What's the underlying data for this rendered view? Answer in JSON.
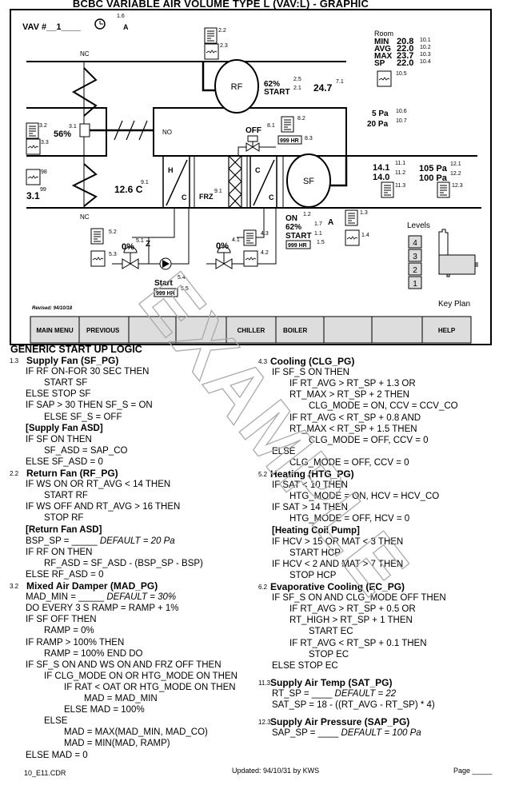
{
  "title": "BCBC VARIABLE AIR VOLUME TYPE L (VAV:L)  -  GRAPHIC",
  "graphic": {
    "vav_label": "VAV #__1____",
    "schedule_ref": "1.6",
    "schedule_mode": "A",
    "return_damper_state": "NC",
    "outdoor_damper_state": "NC",
    "mixed_damper_state": "NO",
    "heating_state_label": "NC",
    "refs_rf_doc": "2.2",
    "refs_rf_trend": "2.3",
    "rf": {
      "label": "RF",
      "speed": "62%",
      "speed_ref": "2.5",
      "status": "START",
      "status_ref": "2.1",
      "return_temp": "24.7",
      "return_temp_ref": "7.1"
    },
    "room": {
      "title": "Room",
      "rows": [
        {
          "label": "MIN",
          "value": "20.8",
          "ref": "10.1"
        },
        {
          "label": "AVG",
          "value": "22.0",
          "ref": "10.2"
        },
        {
          "label": "MAX",
          "value": "23.7",
          "ref": "10.3"
        },
        {
          "label": "SP",
          "value": "22.0",
          "ref": "10.4"
        }
      ],
      "trend_ref": "10.5",
      "pressure1": "5 Pa",
      "pressure1_ref": "10.6",
      "pressure2": "20 Pa",
      "pressure2_ref": "10.7"
    },
    "mad": {
      "value": "56%",
      "ref": "3.1",
      "doc_ref": "3.2",
      "trend_ref": "3.3"
    },
    "ec": {
      "status": "OFF",
      "status_ref": "8.1",
      "doc_ref": "8.2",
      "hours": "999 HR",
      "hours_ref": "8.3"
    },
    "oat": {
      "trend_ref": "98",
      "value": "3.1",
      "value_ref": "99"
    },
    "mat": {
      "value": "12.6 C",
      "ref": "9.1"
    },
    "coil_h": "H",
    "coil_c": "C",
    "clg_coil_c1": "C",
    "clg_coil_c2": "C",
    "frz": {
      "label": "FRZ",
      "ref": "9.1"
    },
    "sf": {
      "label": "SF",
      "status": "ON",
      "status_ref": "1.2",
      "speed": "62%",
      "speed_ref": "1.7",
      "cmd": "START",
      "cmd_ref": "1.1",
      "hours": "999 HR",
      "hours_ref": "1.5",
      "mode": "A",
      "doc_ref": "1.3",
      "trend_ref": "1.4"
    },
    "sat": {
      "value1": "14.1",
      "ref1": "11.1",
      "value2": "14.0",
      "ref2": "11.2",
      "doc_ref": "11.3"
    },
    "sap": {
      "value1": "105 Pa",
      "ref1": "12.1",
      "value2": "100 Pa",
      "ref2": "12.2",
      "doc_ref": "12.3"
    },
    "hcv": {
      "value": "0%",
      "ref": "5.1",
      "doc_ref": "5.2",
      "trend_ref": "5.3",
      "check": "Z"
    },
    "hcp": {
      "status": "Start",
      "ref": "5.4",
      "hours": "999 HR",
      "hours_ref": "5.5"
    },
    "ccv": {
      "value": "0%",
      "ref": "4.1",
      "doc_ref": "4.3",
      "trend_ref": "4.2"
    },
    "levels": {
      "title": "Levels",
      "items": [
        "4",
        "3",
        "2",
        "1"
      ],
      "key_plan": "Key Plan"
    },
    "revised": "Revised: 94/10/18",
    "buttons": [
      "MAIN MENU",
      "PREVIOUS",
      "",
      "",
      "CHILLER",
      "BOILER",
      "",
      "",
      "HELP"
    ]
  },
  "watermark": "EXAMPLE",
  "logic": {
    "heading": "GENERIC START UP LOGIC",
    "left": [
      {
        "k": "h",
        "n": "1.3",
        "t": "Supply Fan (SF_PG)"
      },
      {
        "i": 0,
        "t": "IF RF ON-FOR 30 SEC THEN"
      },
      {
        "i": 1,
        "t": "START SF"
      },
      {
        "i": 0,
        "t": "ELSE STOP SF"
      },
      {
        "i": 0,
        "t": "IF SAP > 30 THEN SF_S = ON"
      },
      {
        "i": 1,
        "t": "ELSE SF_S = OFF"
      },
      {
        "k": "s",
        "t": "[Supply Fan ASD]"
      },
      {
        "i": 0,
        "t": "IF SF ON THEN"
      },
      {
        "i": 1,
        "t": "SF_ASD = SAP_CO"
      },
      {
        "i": 0,
        "t": "ELSE SF_ASD = 0"
      },
      {
        "k": "h",
        "n": "2.2",
        "t": "Return Fan (RF_PG)"
      },
      {
        "i": 0,
        "t": "IF WS ON OR RT_AVG < 14 THEN"
      },
      {
        "i": 1,
        "t": "START RF"
      },
      {
        "i": 0,
        "t": "IF WS OFF AND RT_AVG > 16 THEN"
      },
      {
        "i": 1,
        "t": "STOP RF"
      },
      {
        "k": "s",
        "t": "[Return Fan ASD]"
      },
      {
        "i": 0,
        "t": "BSP_SP = _____ ",
        "it": "DEFAULT = 20 Pa"
      },
      {
        "i": 0,
        "t": "IF RF ON THEN"
      },
      {
        "i": 1,
        "t": "RF_ASD = SF_ASD - (BSP_SP - BSP)"
      },
      {
        "i": 0,
        "t": "ELSE RF_ASD = 0"
      },
      {
        "k": "h",
        "n": "3.2",
        "t": "Mixed Air Damper (MAD_PG)"
      },
      {
        "i": 0,
        "t": "MAD_MIN = _____ ",
        "it": "DEFAULT = 30%"
      },
      {
        "i": 0,
        "t": "DO EVERY 3 S RAMP = RAMP + 1%"
      },
      {
        "i": 0,
        "t": "IF SF OFF THEN"
      },
      {
        "i": 1,
        "t": "RAMP = 0%"
      },
      {
        "i": 0,
        "t": "IF RAMP > 100% THEN"
      },
      {
        "i": 1,
        "t": "RAMP = 100% END DO"
      },
      {
        "i": 0,
        "t": "IF SF_S ON AND WS ON AND FRZ OFF THEN"
      },
      {
        "i": 1,
        "t": "IF CLG_MODE ON OR HTG_MODE ON THEN"
      },
      {
        "i": 2,
        "t": "IF RAT < OAT OR HTG_MODE ON THEN"
      },
      {
        "i": 3,
        "t": "MAD = MAD_MIN"
      },
      {
        "i": 2,
        "t": "ELSE MAD = 100%"
      },
      {
        "i": 1,
        "t": "ELSE"
      },
      {
        "i": 2,
        "t": "MAD = MAX(MAD_MIN, MAD_CO)"
      },
      {
        "i": 2,
        "t": "MAD = MIN(MAD, RAMP)"
      },
      {
        "i": 0,
        "t": "ELSE MAD = 0"
      }
    ],
    "right": [
      {
        "k": "h",
        "n": "4.3",
        "t": "Cooling (CLG_PG)"
      },
      {
        "i": 0,
        "t": "IF SF_S ON THEN"
      },
      {
        "i": 1,
        "t": "IF RT_AVG > RT_SP + 1.3 OR"
      },
      {
        "i": 1,
        "t": "RT_MAX > RT_SP + 2 THEN"
      },
      {
        "i": 2,
        "t": "CLG_MODE = ON, CCV = CCV_CO"
      },
      {
        "i": 1,
        "t": "IF RT_AVG < RT_SP + 0.8 AND"
      },
      {
        "i": 1,
        "t": "RT_MAX < RT_SP + 1.5 THEN"
      },
      {
        "i": 2,
        "t": "CLG_MODE = OFF, CCV = 0"
      },
      {
        "i": 0,
        "t": "ELSE"
      },
      {
        "i": 1,
        "t": "CLG_MODE = OFF, CCV = 0"
      },
      {
        "k": "h",
        "n": "5.2",
        "t": "Heating (HTG_PG)"
      },
      {
        "i": 0,
        "t": "IF SAT < 10 THEN"
      },
      {
        "i": 1,
        "t": "HTG_MODE = ON, HCV = HCV_CO"
      },
      {
        "i": 0,
        "t": "IF SAT > 14 THEN"
      },
      {
        "i": 1,
        "t": "HTG_MODE = OFF, HCV = 0"
      },
      {
        "k": "s",
        "t": "[Heating Coil Pump]"
      },
      {
        "i": 0,
        "t": "IF HCV > 15 OR MAT < 3 THEN"
      },
      {
        "i": 1,
        "t": "START HCP"
      },
      {
        "i": 0,
        "t": "IF HCV < 2 AND MAT > 7 THEN"
      },
      {
        "i": 1,
        "t": "STOP HCP"
      },
      {
        "k": "h",
        "n": "6.2",
        "t": "Evaporative Cooling (EC_PG)"
      },
      {
        "i": 0,
        "t": "IF SF_S ON AND CLG_MODE OFF THEN"
      },
      {
        "i": 1,
        "t": "IF RT_AVG > RT_SP + 0.5 OR"
      },
      {
        "i": 1,
        "t": "RT_HIGH > RT_SP + 1 THEN"
      },
      {
        "i": 2,
        "t": "START EC"
      },
      {
        "i": 1,
        "t": "IF RT_AVG < RT_SP + 0.1 THEN"
      },
      {
        "i": 2,
        "t": "STOP EC"
      },
      {
        "i": 0,
        "t": "ELSE STOP EC"
      },
      {
        "k": "h",
        "n": "11.3",
        "t": "Supply Air Temp (SAT_PG)",
        "gap": true
      },
      {
        "i": 0,
        "t": "RT_SP = ____ ",
        "it": "DEFAULT = 22"
      },
      {
        "i": 0,
        "t": "SAT_SP = 18 - ((RT_AVG - RT_SP) * 4)"
      },
      {
        "k": "h",
        "n": "12.3",
        "t": "Supply Air Pressure (SAP_PG)",
        "gap": true
      },
      {
        "i": 0,
        "t": "SAP_SP = ____ ",
        "it": "DEFAULT = 100 Pa"
      }
    ]
  },
  "footer": {
    "file": "10_E11.CDR",
    "updated": "Updated: 94/10/31 by KWS",
    "page": "Page _____"
  }
}
